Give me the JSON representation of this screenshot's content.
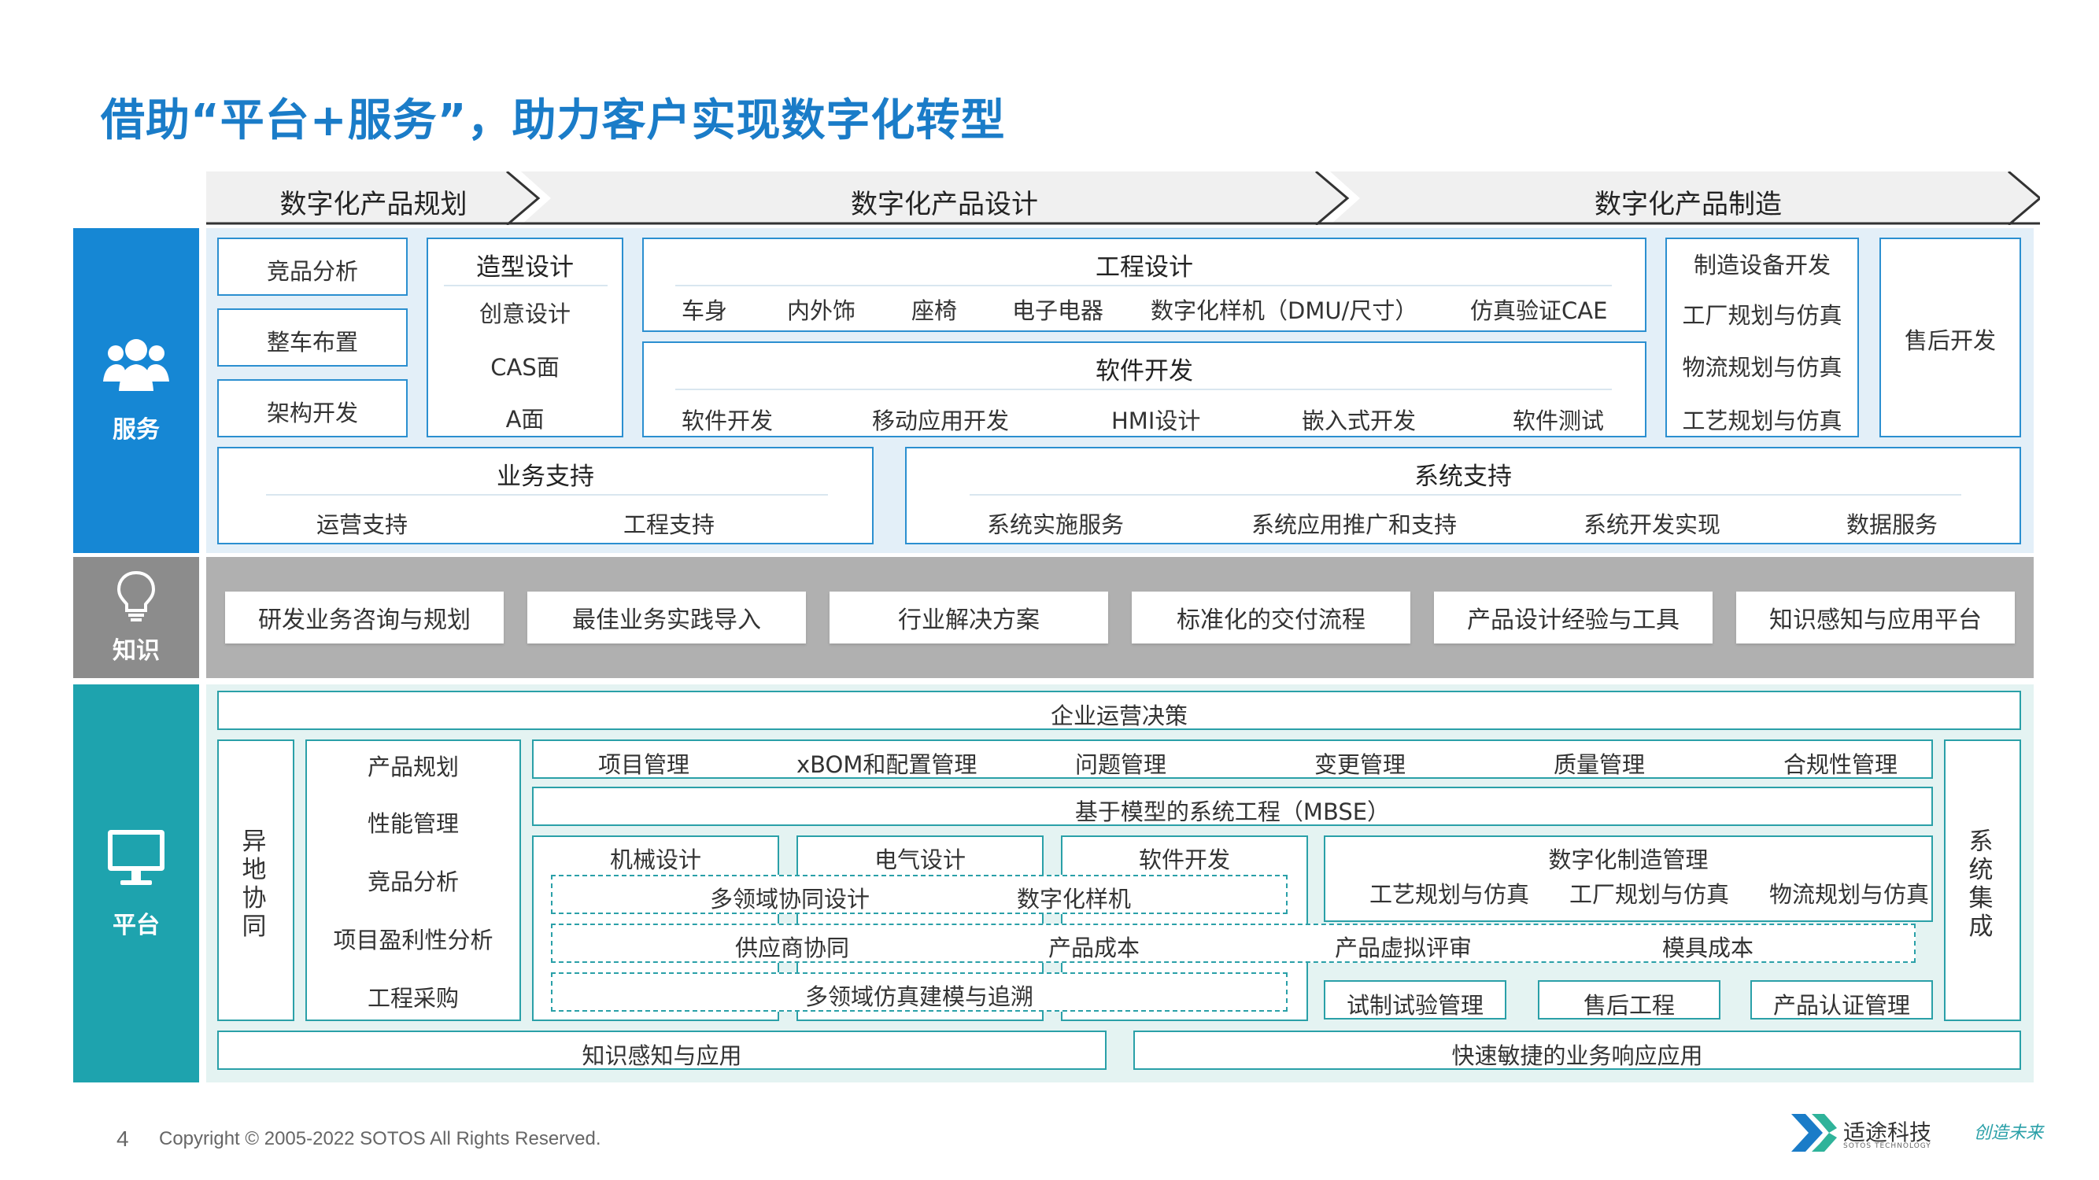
{
  "title": "借助“平台+服务”，助力客户实现数字化转型",
  "phases": [
    "数字化产品规划",
    "数字化产品设计",
    "数字化产品制造"
  ],
  "sections": {
    "service": "服务",
    "knowledge": "知识",
    "platform": "平台"
  },
  "service": {
    "left_items": [
      "竞品分析",
      "整车布置",
      "架构开发"
    ],
    "styling": {
      "title": "造型设计",
      "items": [
        "创意设计",
        "CAS面",
        "A面"
      ]
    },
    "engineering": {
      "title": "工程设计",
      "items": [
        "车身",
        "内外饰",
        "座椅",
        "电子电器",
        "数字化样机（DMU/尺寸）",
        "仿真验证CAE"
      ]
    },
    "software": {
      "title": "软件开发",
      "items": [
        "软件开发",
        "移动应用开发",
        "HMI设计",
        "嵌入式开发",
        "软件测试"
      ]
    },
    "manufacturing": [
      "制造设备开发",
      "工厂规划与仿真",
      "物流规划与仿真",
      "工艺规划与仿真"
    ],
    "aftersales": "售后开发",
    "business": {
      "title": "业务支持",
      "items": [
        "运营支持",
        "工程支持"
      ]
    },
    "system": {
      "title": "系统支持",
      "items": [
        "系统实施服务",
        "系统应用推广和支持",
        "系统开发实现",
        "数据服务"
      ]
    }
  },
  "knowledge": [
    "研发业务咨询与规划",
    "最佳业务实践导入",
    "行业解决方案",
    "标准化的交付流程",
    "产品设计经验与工具",
    "知识感知与应用平台"
  ],
  "platform": {
    "top": "企业运营决策",
    "remote": "异地协同",
    "left_items": [
      "产品规划",
      "性能管理",
      "竞品分析",
      "项目盈利性分析",
      "工程采购"
    ],
    "mgmt_row": [
      "项目管理",
      "xBOM和配置管理",
      "问题管理",
      "变更管理",
      "质量管理",
      "合规性管理"
    ],
    "mbse": "基于模型的系统工程（MBSE）",
    "design_cols": [
      "机械设计",
      "电气设计",
      "软件开发"
    ],
    "collab": [
      "多领域协同设计",
      "数字化样机"
    ],
    "supply_row": [
      "供应商协同",
      "产品成本",
      "产品虚拟评审",
      "模具成本"
    ],
    "sim": "多领域仿真建模与追溯",
    "mfg": {
      "title": "数字化制造管理",
      "items": [
        "工艺规划与仿真",
        "工厂规划与仿真",
        "物流规划与仿真"
      ]
    },
    "bottom_right": [
      "试制试验管理",
      "售后工程",
      "产品认证管理"
    ],
    "system_integration": "系统集成",
    "bottom": [
      "知识感知与应用",
      "快速敏捷的业务响应应用"
    ]
  },
  "footer": {
    "page": "4",
    "copyright": "Copyright © 2005-2022 SOTOS All Rights Reserved.",
    "brand": "适途科技",
    "brand_en": "SOTOS TECHNOLOGY",
    "slogan": "创造未来"
  }
}
